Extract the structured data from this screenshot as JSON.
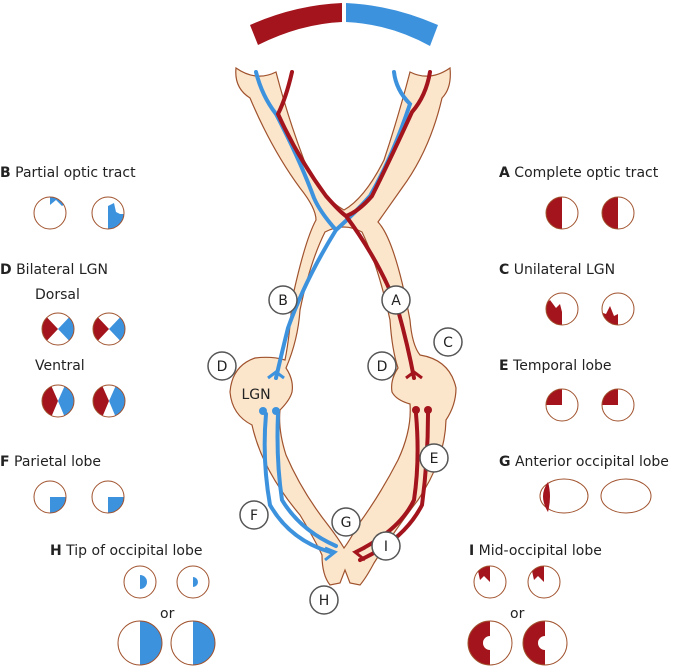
{
  "colors": {
    "red": "#a3141c",
    "blue": "#3d92de",
    "skin": "#fbe6cc",
    "outline": "#a0522d"
  },
  "nodes": {
    "A": "A",
    "B": "B",
    "C": "C",
    "D_left": "D",
    "D_right": "D",
    "E": "E",
    "F": "F",
    "G": "G",
    "H": "H",
    "I": "I",
    "lgn": "LGN"
  },
  "lesions": {
    "B": {
      "letter": "B",
      "text": "Partial optic tract"
    },
    "D": {
      "letter": "D",
      "text": "Bilateral LGN",
      "dorsal": "Dorsal",
      "ventral": "Ventral"
    },
    "F": {
      "letter": "F",
      "text": "Parietal lobe"
    },
    "H": {
      "letter": "H",
      "text": "Tip of occipital lobe",
      "or": "or"
    },
    "A": {
      "letter": "A",
      "text": "Complete optic tract"
    },
    "C": {
      "letter": "C",
      "text": "Unilateral LGN"
    },
    "E": {
      "letter": "E",
      "text": "Temporal lobe"
    },
    "G": {
      "letter": "G",
      "text": "Anterior occipital lobe"
    },
    "I": {
      "letter": "I",
      "text": "Mid-occipital lobe",
      "or": "or"
    }
  }
}
